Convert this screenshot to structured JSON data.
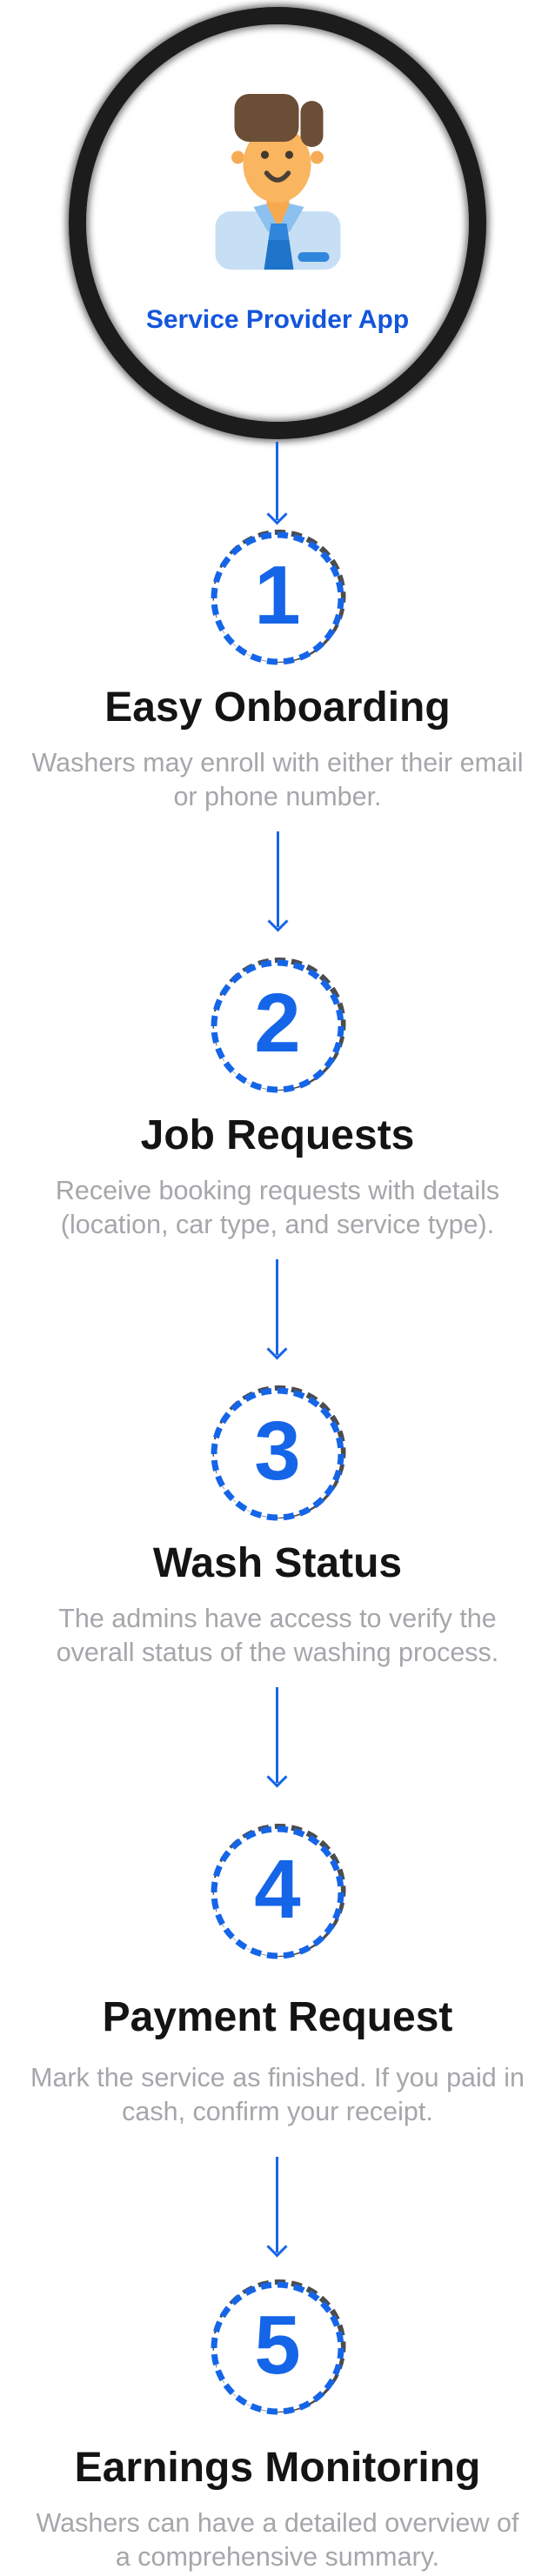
{
  "header": {
    "icon": "service-provider-avatar",
    "app_label": "Service Provider App"
  },
  "steps": [
    {
      "number": "1",
      "title": "Easy Onboarding",
      "description": "Washers may enroll with either their email\nor phone number."
    },
    {
      "number": "2",
      "title": "Job Requests",
      "description": "Receive booking requests with details\n(location, car type, and service type)."
    },
    {
      "number": "3",
      "title": "Wash Status",
      "description": "The admins have access to verify the\noverall status of the washing process."
    },
    {
      "number": "4",
      "title": "Payment Request",
      "description": "Mark the service as finished. If you paid in\ncash, confirm your receipt."
    },
    {
      "number": "5",
      "title": "Earnings Monitoring",
      "description": "Washers can have a detailed overview of\na comprehensive summary."
    }
  ],
  "colors": {
    "accent_blue": "#1565e8",
    "header_label_blue": "#1355dc",
    "title_black": "#141414",
    "description_gray": "#a6a6ab",
    "outline_black": "#1c1c1c"
  }
}
